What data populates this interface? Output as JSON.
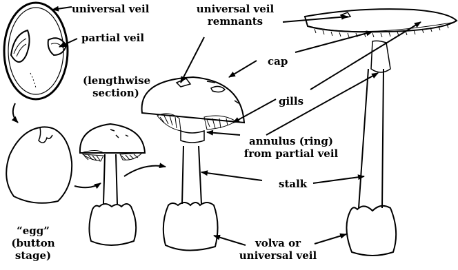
{
  "colors": {
    "ink": "#000000",
    "paper": "#ffffff"
  },
  "labels": {
    "universal_veil_top": "universal veil",
    "partial_veil": "partial veil",
    "lengthwise_l1": "(lengthwise",
    "lengthwise_l2": "section)",
    "uv_remnants_l1": "universal veil",
    "uv_remnants_l2": "remnants",
    "cap": "cap",
    "gills": "gills",
    "annulus_l1": "annulus (ring)",
    "annulus_l2": "from partial veil",
    "stalk": "stalk",
    "egg_l1": "“egg”",
    "egg_l2": "(button",
    "egg_l3": "stage)",
    "volva_l1": "volva or",
    "volva_l2": "universal veil"
  }
}
